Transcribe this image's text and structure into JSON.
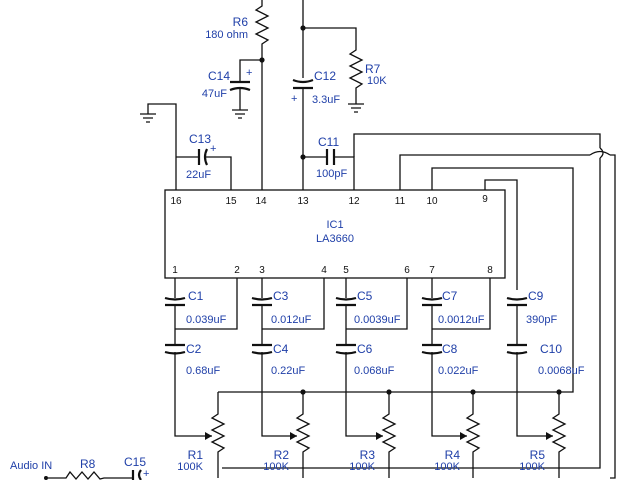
{
  "ic": {
    "designator": "IC1",
    "part": "LA3660",
    "pins_top": [
      "16",
      "15",
      "14",
      "13",
      "12",
      "11",
      "10",
      "9"
    ],
    "pins_bottom": [
      "1",
      "2",
      "3",
      "4",
      "5",
      "6",
      "7",
      "8"
    ]
  },
  "components": {
    "r6": {
      "ref": "R6",
      "value": "180 ohm"
    },
    "r7": {
      "ref": "R7",
      "value": "10K"
    },
    "r8": {
      "ref": "R8"
    },
    "c14": {
      "ref": "C14",
      "value": "47uF"
    },
    "c12": {
      "ref": "C12",
      "value": "3.3uF"
    },
    "c13": {
      "ref": "C13",
      "value": "22uF"
    },
    "c11": {
      "ref": "C11",
      "value": "100pF"
    },
    "c15": {
      "ref": "C15"
    },
    "c1": {
      "ref": "C1",
      "value": "0.039uF"
    },
    "c2": {
      "ref": "C2",
      "value": "0.68uF"
    },
    "c3": {
      "ref": "C3",
      "value": "0.012uF"
    },
    "c4": {
      "ref": "C4",
      "value": "0.22uF"
    },
    "c5": {
      "ref": "C5",
      "value": "0.0039uF"
    },
    "c6": {
      "ref": "C6",
      "value": "0.068uF"
    },
    "c7": {
      "ref": "C7",
      "value": "0.0012uF"
    },
    "c8": {
      "ref": "C8",
      "value": "0.022uF"
    },
    "c9": {
      "ref": "C9",
      "value": "390pF"
    },
    "c10": {
      "ref": "C10",
      "value": "0.0068uF"
    },
    "r1": {
      "ref": "R1",
      "value": "100K"
    },
    "r2": {
      "ref": "R2",
      "value": "100K"
    },
    "r3": {
      "ref": "R3",
      "value": "100K"
    },
    "r4": {
      "ref": "R4",
      "value": "100K"
    },
    "r5": {
      "ref": "R5",
      "value": "100K"
    }
  },
  "input_label": "Audio IN",
  "polarity_mark": "+"
}
